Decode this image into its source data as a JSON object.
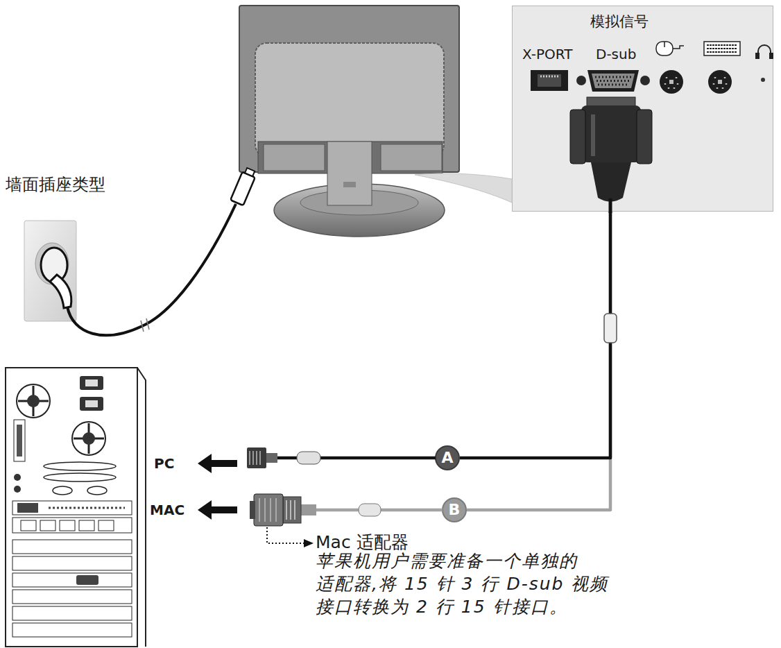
{
  "diagram": {
    "nodes": [
      {
        "text": [
          "模拟信号",
          "X-PORT",
          "D-sub"
        ]
      },
      {
        "text": [
          "A"
        ]
      },
      {
        "text": [
          "B"
        ]
      }
    ],
    "edges": [
      {
        "from": 0,
        "to": 1,
        "arrow": "none"
      },
      {
        "from": 0,
        "to": 2,
        "arrow": "none"
      }
    ],
    "labels": [
      "墙面插座类型",
      "PC",
      "MAC",
      "Mac 适配器",
      "苹果机用户需要准备一个单独的 适配器,将 15 针 3 行 D-sub 视频 接口转换为 2 行 15 针接口。"
    ]
  }
}
